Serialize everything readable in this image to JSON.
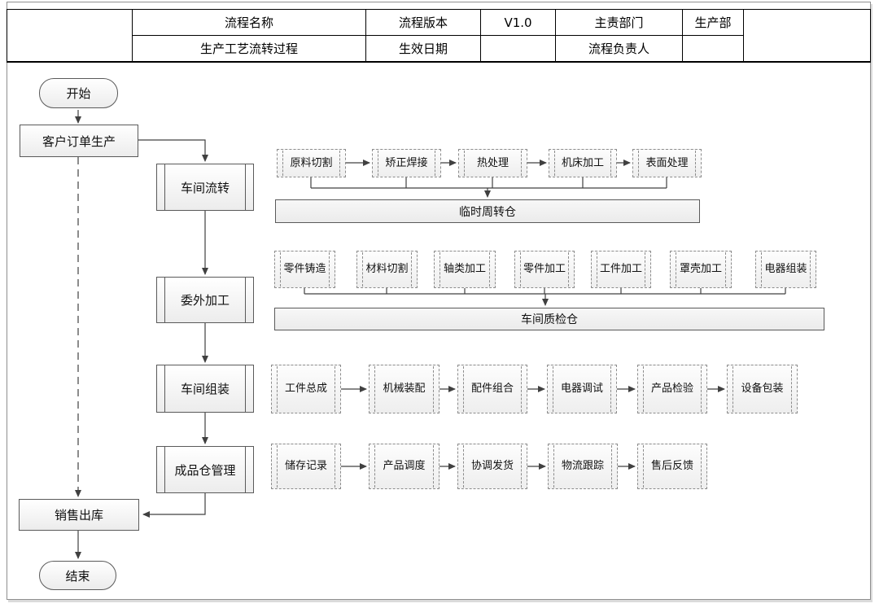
{
  "header": {
    "process_name_label": "流程名称",
    "process_name_value": "生产工艺流转过程",
    "version_label": "流程版本",
    "version_value": "V1.0",
    "effective_date_label": "生效日期",
    "effective_date_value": "",
    "department_label": "主责部门",
    "department_value": "生产部",
    "owner_label": "流程负责人",
    "owner_value": ""
  },
  "flow": {
    "start": "开始",
    "customer_order": "客户订单生产",
    "stages": {
      "workshop_flow": "车间流转",
      "outsourced": "委外加工",
      "workshop_assembly": "车间组装",
      "finished_warehouse": "成品仓管理"
    },
    "row1": {
      "steps": [
        "原料切割",
        "矫正焊接",
        "热处理",
        "机床加工",
        "表面处理"
      ],
      "warehouse": "临时周转仓"
    },
    "row2": {
      "steps": [
        "零件铸造",
        "材料切割",
        "轴类加工",
        "零件加工",
        "工件加工",
        "罩壳加工",
        "电器组装"
      ],
      "warehouse": "车间质检仓"
    },
    "row3": {
      "steps": [
        "工件总成",
        "机械装配",
        "配件组合",
        "电器调试",
        "产品检验",
        "设备包装"
      ]
    },
    "row4": {
      "steps": [
        "储存记录",
        "产品调度",
        "协调发货",
        "物流跟踪",
        "售后反馈"
      ]
    },
    "sales_outbound": "销售出库",
    "end": "结束"
  },
  "colors": {
    "shape_border": "#5a5a5a",
    "dashed_border": "#8c8c8c",
    "connector": "#404040",
    "warehouse_fill": "#f1f1f1"
  }
}
